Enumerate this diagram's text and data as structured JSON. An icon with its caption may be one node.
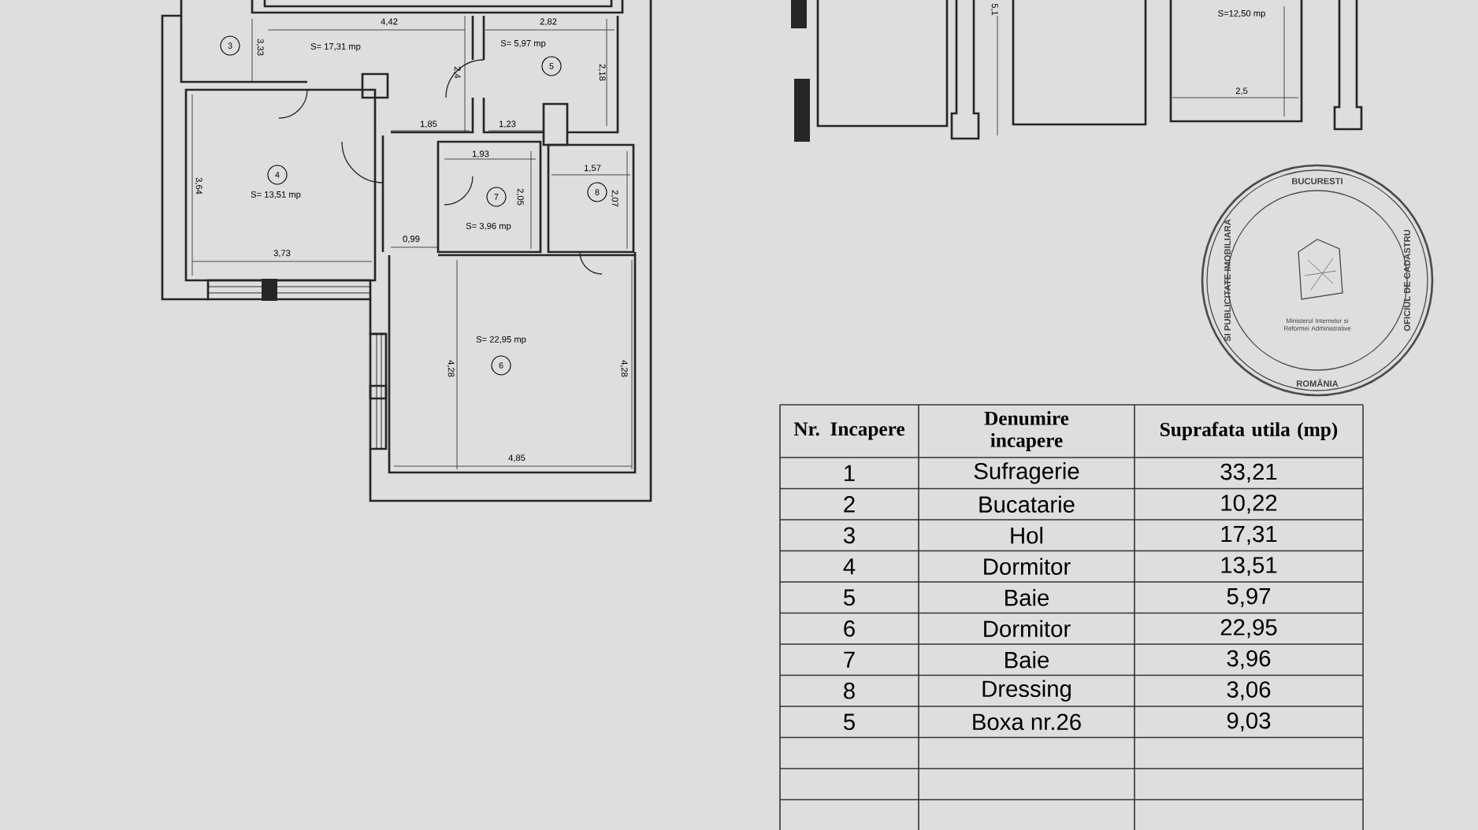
{
  "diagram": {
    "labels": [
      "4,42",
      "2,82",
      "3",
      "3,33",
      "S= 17,31 mp",
      "S= 5,97 mp",
      "2,4",
      "5",
      "2,18",
      "1,85",
      "1,23",
      "1,93",
      "1,57",
      "3,64",
      "4",
      "S= 13,51 mp",
      "7",
      "2,05",
      "8",
      "2,07",
      "S= 3,96 mp",
      "0,99",
      "3,73",
      "S= 22,95 mp",
      "6",
      "4,28",
      "4,28",
      "4,85",
      "5,1",
      "S=12,50 mp",
      "2,5",
      "OFICIUL DE CADASTRU",
      "BUCURESTI",
      "SI PUBLICITATE IMOBILIARA",
      "ROMÂNIA",
      "Ministerul Internelor si Reformei Administrative",
      "Nr. Incapere",
      "Denumire incapere",
      "Suprafata utila (mp)",
      "1",
      "Sufragerie",
      "33,21",
      "2",
      "Bucatarie",
      "10,22",
      "3",
      "Hol",
      "17,31",
      "4",
      "Dormitor",
      "13,51",
      "5",
      "Baie",
      "5,97",
      "6",
      "Dormitor",
      "22,95",
      "7",
      "Baie",
      "3,96",
      "8",
      "Dressing",
      "3,06",
      "5",
      "Boxa nr.26",
      "9,03"
    ]
  }
}
